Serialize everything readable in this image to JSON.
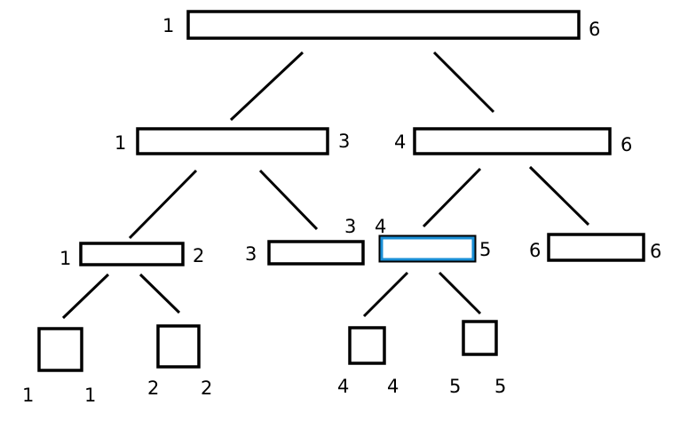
{
  "colors": {
    "stroke": "#000000",
    "highlight": "#1a8fd6",
    "background": "#ffffff"
  },
  "nodes": [
    {
      "id": "n-1-6",
      "left": "1",
      "right": "6",
      "highlighted": false
    },
    {
      "id": "n-1-3",
      "left": "1",
      "right": "3",
      "highlighted": false
    },
    {
      "id": "n-4-6",
      "left": "4",
      "right": "6",
      "highlighted": false
    },
    {
      "id": "n-1-2",
      "left": "1",
      "right": "2",
      "highlighted": false
    },
    {
      "id": "n-3-3",
      "left": "3",
      "right": "3",
      "highlighted": false
    },
    {
      "id": "n-4-5",
      "left": "4",
      "right": "5",
      "highlighted": true
    },
    {
      "id": "n-6-6",
      "left": "6",
      "right": "6",
      "highlighted": false
    },
    {
      "id": "n-1-1",
      "left": "1",
      "right": "1",
      "highlighted": false
    },
    {
      "id": "n-2-2",
      "left": "2",
      "right": "2",
      "highlighted": false
    },
    {
      "id": "n-4-4",
      "left": "4",
      "right": "4",
      "highlighted": false
    },
    {
      "id": "n-5-5",
      "left": "5",
      "right": "5",
      "highlighted": false
    }
  ],
  "edges": [
    {
      "from": "n-1-6",
      "to": "n-1-3"
    },
    {
      "from": "n-1-6",
      "to": "n-4-6"
    },
    {
      "from": "n-1-3",
      "to": "n-1-2"
    },
    {
      "from": "n-1-3",
      "to": "n-3-3"
    },
    {
      "from": "n-4-6",
      "to": "n-4-5"
    },
    {
      "from": "n-4-6",
      "to": "n-6-6"
    },
    {
      "from": "n-1-2",
      "to": "n-1-1"
    },
    {
      "from": "n-1-2",
      "to": "n-2-2"
    },
    {
      "from": "n-4-5",
      "to": "n-4-4"
    },
    {
      "from": "n-4-5",
      "to": "n-5-5"
    }
  ]
}
